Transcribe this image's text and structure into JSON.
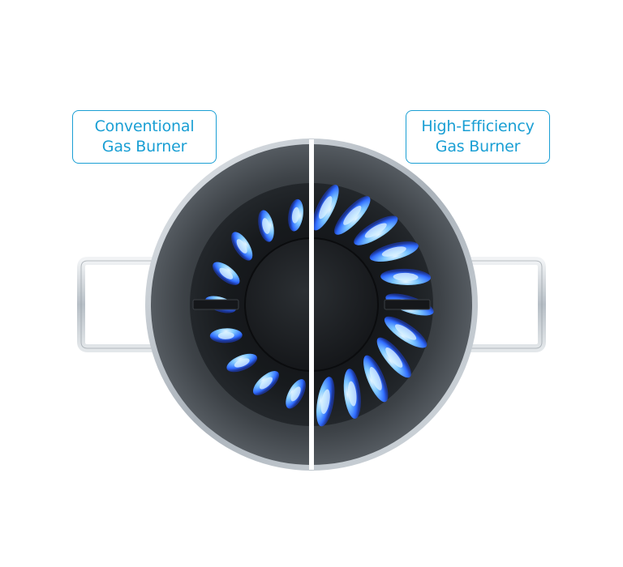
{
  "labels": {
    "left": {
      "line1": "Conventional",
      "line2": "Gas Burner"
    },
    "right": {
      "line1": "High-Efficiency",
      "line2": "Gas Burner"
    }
  },
  "colors": {
    "label_accent": "#1a9fd4",
    "pot_rim": "#c9d0d6",
    "pot_interior": "#3a3f45",
    "burner_cap": "#1f2225",
    "flame_blue": "#2f6bff",
    "flame_light": "#9fd8ff"
  },
  "burners": {
    "conventional_flame_count": 18,
    "high_efficiency_flame_count": 22
  }
}
